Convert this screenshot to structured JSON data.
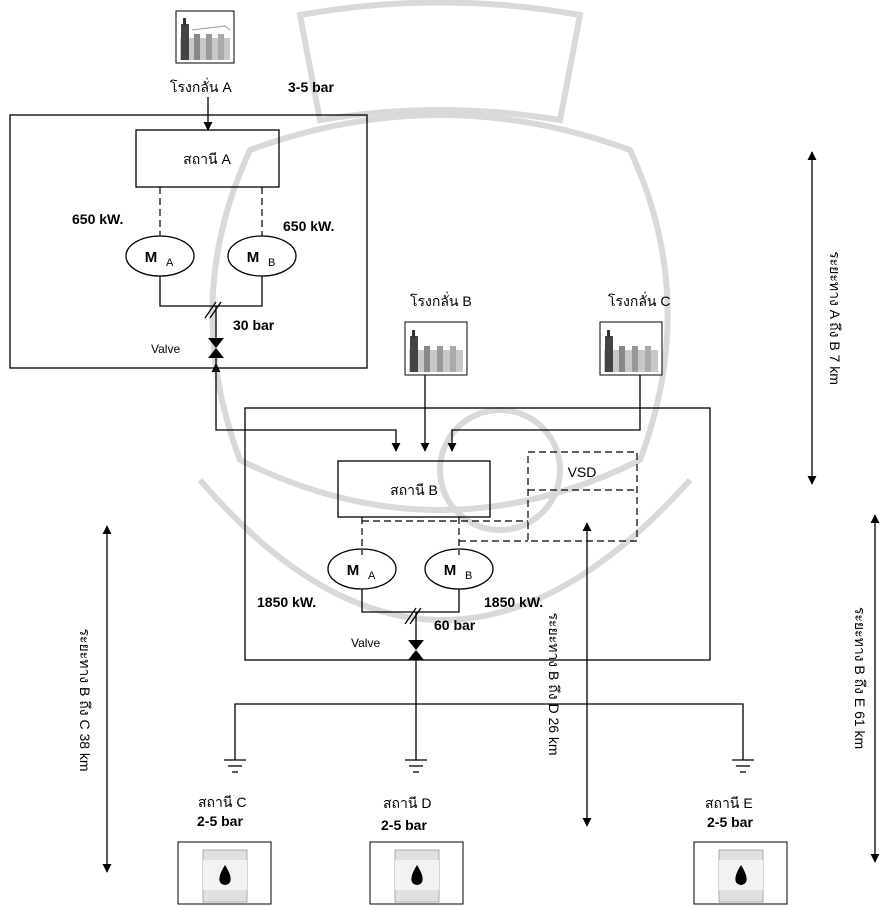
{
  "refineries": {
    "a": {
      "label": "โรงกลั่น A",
      "pressure": "3-5 bar"
    },
    "b": {
      "label": "โรงกลั่น B"
    },
    "c": {
      "label": "โรงกลั่น C"
    }
  },
  "station_a": {
    "label": "สถานี A",
    "motor_left_power": "650 kW.",
    "motor_right_power": "650 kW.",
    "pressure": "30 bar",
    "valve": "Valve"
  },
  "station_b": {
    "label": "สถานี B",
    "vsd": "VSD",
    "motor_left_power": "1850 kW.",
    "motor_right_power": "1850 kW.",
    "pressure": "60 bar",
    "valve": "Valve"
  },
  "motors": {
    "m": "M",
    "sub_a": "A",
    "sub_b": "B"
  },
  "terminals": {
    "c": {
      "label": "สถานี C",
      "pressure": "2-5 bar"
    },
    "d": {
      "label": "สถานี D",
      "pressure": "2-5 bar"
    },
    "e": {
      "label": "สถานี E",
      "pressure": "2-5 bar"
    }
  },
  "distances": {
    "a_to_b": "ระยะทาง A ถึง B 7 km",
    "b_to_c": "ระยะทาง B ถึง C  38 km",
    "b_to_d": "ระยะทาง B ถึง D  26 km",
    "b_to_e": "ระยะทาง B ถึง E 61 km"
  }
}
